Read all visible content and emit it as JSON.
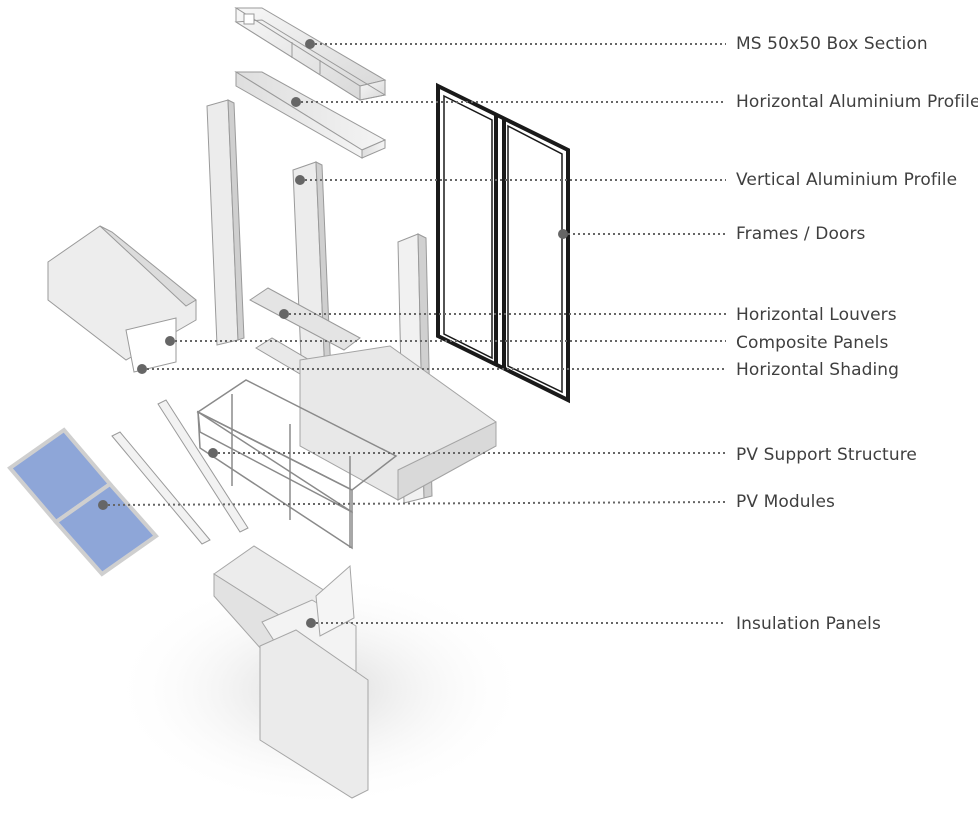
{
  "callouts": [
    {
      "id": "ms-box-section",
      "label": "MS 50x50 Box Section"
    },
    {
      "id": "horizontal-aluminium-profile",
      "label": "Horizontal Aluminium Profile"
    },
    {
      "id": "vertical-aluminium-profile",
      "label": "Vertical Aluminium Profile"
    },
    {
      "id": "frames-doors",
      "label": "Frames / Doors"
    },
    {
      "id": "horizontal-louvers",
      "label": "Horizontal Louvers"
    },
    {
      "id": "composite-panels",
      "label": "Composite Panels"
    },
    {
      "id": "horizontal-shading",
      "label": "Horizontal Shading"
    },
    {
      "id": "pv-support-structure",
      "label": "PV Support Structure"
    },
    {
      "id": "pv-modules",
      "label": "PV Modules"
    },
    {
      "id": "insulation-panels",
      "label": "Insulation Panels"
    }
  ],
  "colors": {
    "leader": "#666666",
    "text": "#3f3f3f",
    "pv_panel": "#8ea6d8",
    "component": "#e9e9e9",
    "frame": "#1a1a1a"
  }
}
